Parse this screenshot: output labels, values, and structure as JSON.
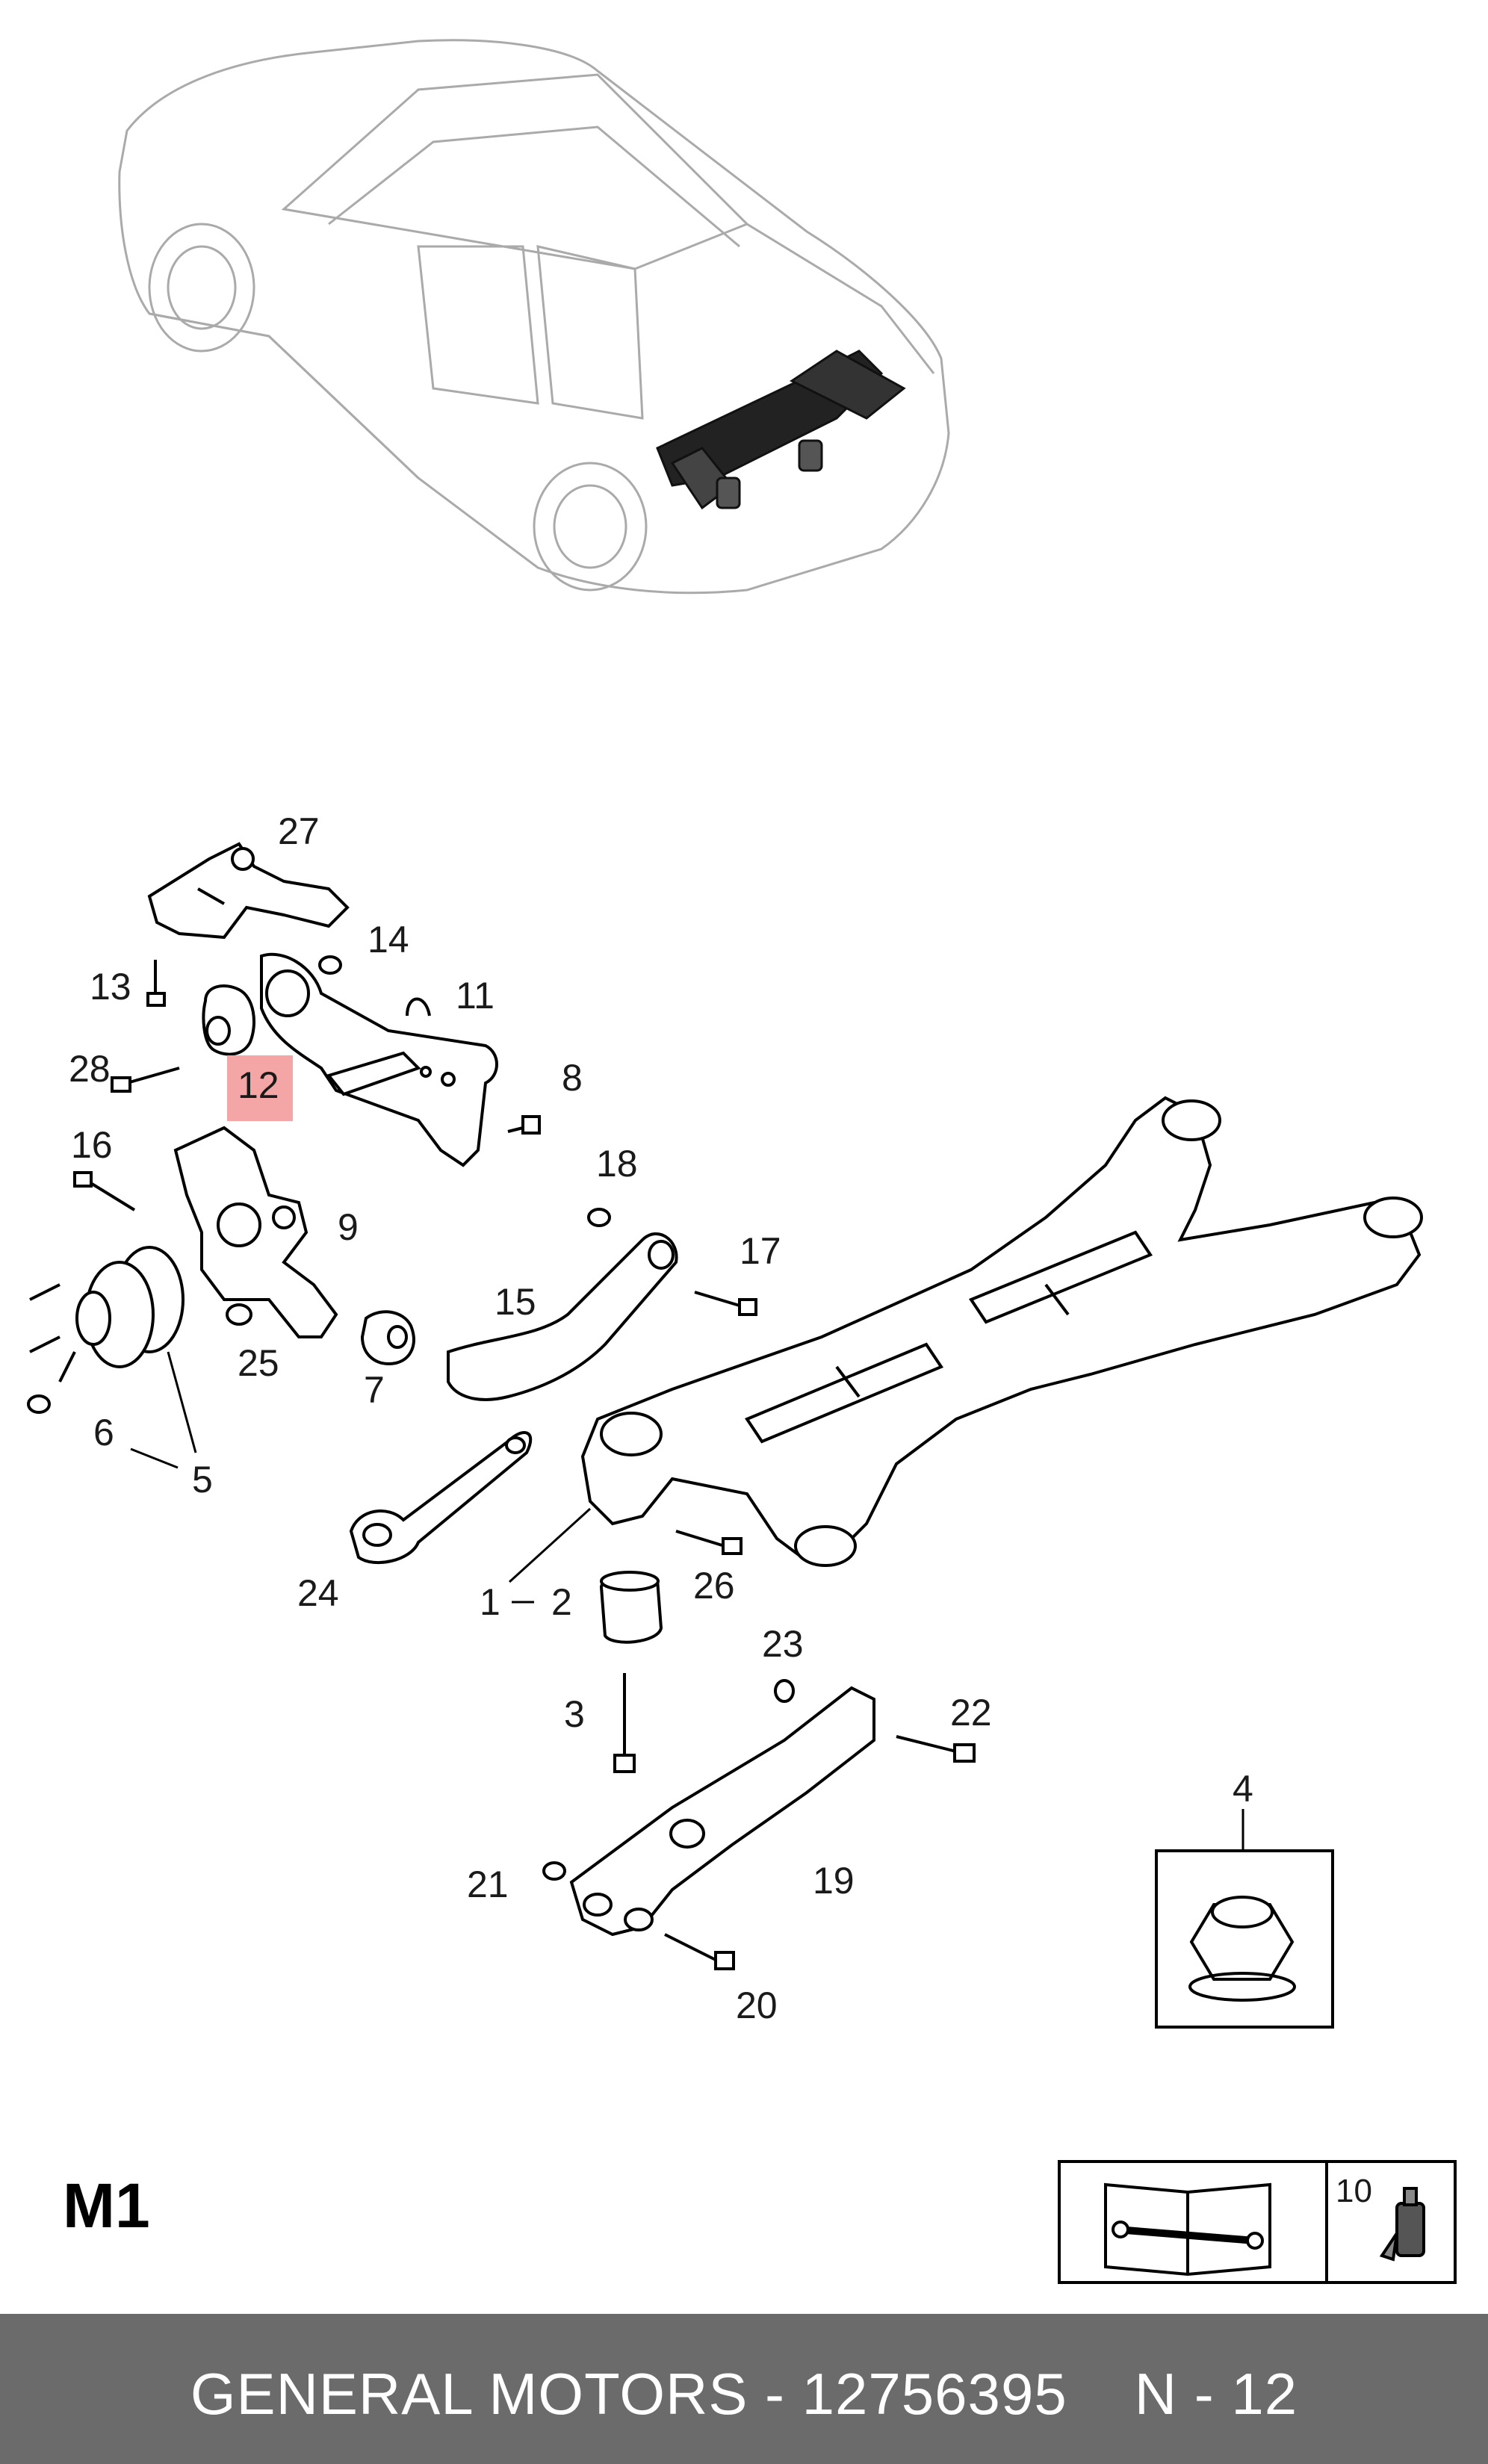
{
  "diagram_code": "M1",
  "highlight_color": "#f4a6a6",
  "callouts": {
    "c1": "1",
    "c2": "2",
    "c3": "3",
    "c4": "4",
    "c5": "5",
    "c6": "6",
    "c7": "7",
    "c8": "8",
    "c9": "9",
    "c10": "10",
    "c11": "11",
    "c12": "12",
    "c13": "13",
    "c14": "14",
    "c15": "15",
    "c16": "16",
    "c17": "17",
    "c18": "18",
    "c19": "19",
    "c20": "20",
    "c21": "21",
    "c22": "22",
    "c23": "23",
    "c24": "24",
    "c25": "25",
    "c26": "26",
    "c27": "27",
    "c28": "28"
  },
  "footer": {
    "brand": "GENERAL MOTORS - 12756395",
    "page": "N - 12"
  }
}
